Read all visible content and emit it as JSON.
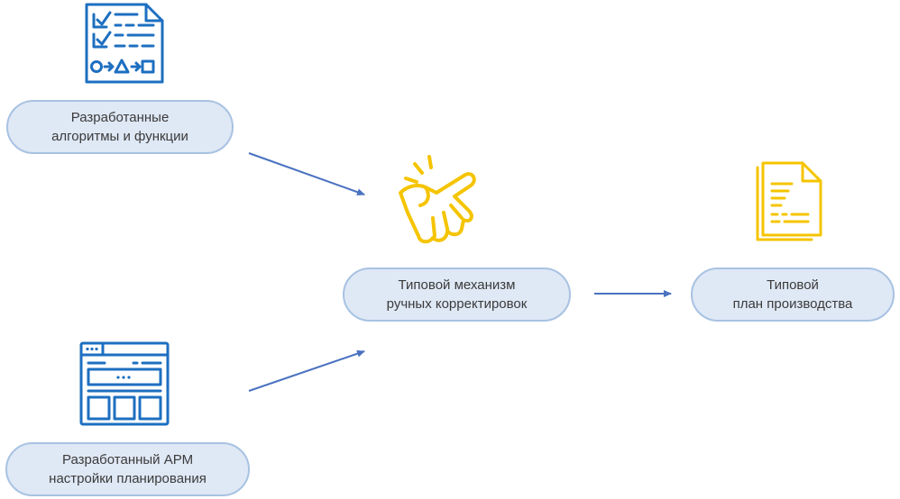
{
  "colors": {
    "node_fill": "#dfe8f5",
    "node_border": "#a8c2e2",
    "arrow": "#4a72c0",
    "icon_blue": "#1d6fc0",
    "icon_yellow": "#f5c400"
  },
  "nodes": {
    "algorithms": {
      "line1": "Разработанные",
      "line2": "алгоритмы и функции"
    },
    "mechanism": {
      "line1": "Типовой механизм",
      "line2": "ручных корректировок"
    },
    "plan": {
      "line1": "Типовой",
      "line2": "план производства"
    },
    "workstation": {
      "line1": "Разработанный АРМ",
      "line2": "настройки планирования"
    }
  },
  "icons": {
    "algorithms": "checklist-flow-icon",
    "workstation": "app-window-icon",
    "mechanism": "finger-snap-icon",
    "plan": "document-stack-icon"
  },
  "edges": [
    {
      "from": "algorithms",
      "to": "mechanism"
    },
    {
      "from": "workstation",
      "to": "mechanism"
    },
    {
      "from": "mechanism",
      "to": "plan"
    }
  ]
}
